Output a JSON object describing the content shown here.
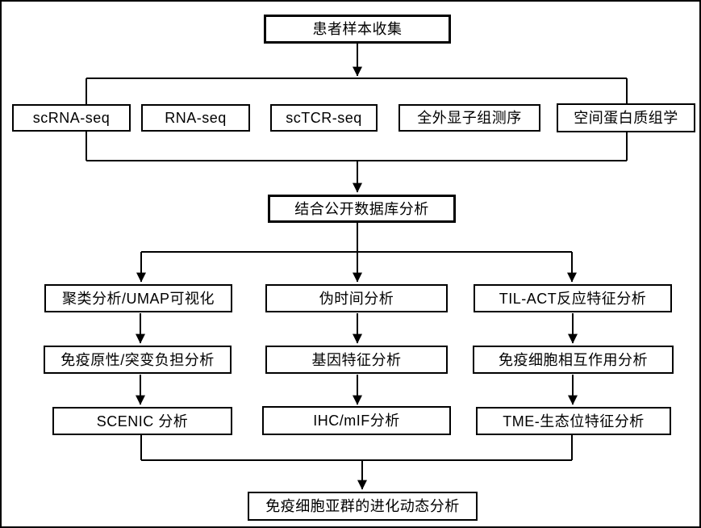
{
  "flowchart": {
    "root": {
      "label": "患者样本收集"
    },
    "data_sources": [
      {
        "label": "scRNA-seq"
      },
      {
        "label": "RNA-seq"
      },
      {
        "label": "scTCR-seq"
      },
      {
        "label": "全外显子组测序"
      },
      {
        "label": "空间蛋白质组学"
      }
    ],
    "integration": {
      "label": "结合公开数据库分析"
    },
    "columns": [
      {
        "steps": [
          {
            "label": "聚类分析/UMAP可视化"
          },
          {
            "label": "免疫原性/突变负担分析"
          },
          {
            "label": "SCENIC 分析"
          }
        ]
      },
      {
        "steps": [
          {
            "label": "伪时间分析"
          },
          {
            "label": "基因特征分析"
          },
          {
            "label": "IHC/mIF分析"
          }
        ]
      },
      {
        "steps": [
          {
            "label": "TIL-ACT反应特征分析"
          },
          {
            "label": "免疫细胞相互作用分析"
          },
          {
            "label": "TME-生态位特征分析"
          }
        ]
      }
    ],
    "final": {
      "label": "免疫细胞亚群的进化动态分析"
    },
    "style": {
      "line_color": "#000000",
      "box_background": "#ffffff",
      "box_border_color": "#000000",
      "text_color": "#000000",
      "page_background": "#ffffff"
    }
  }
}
